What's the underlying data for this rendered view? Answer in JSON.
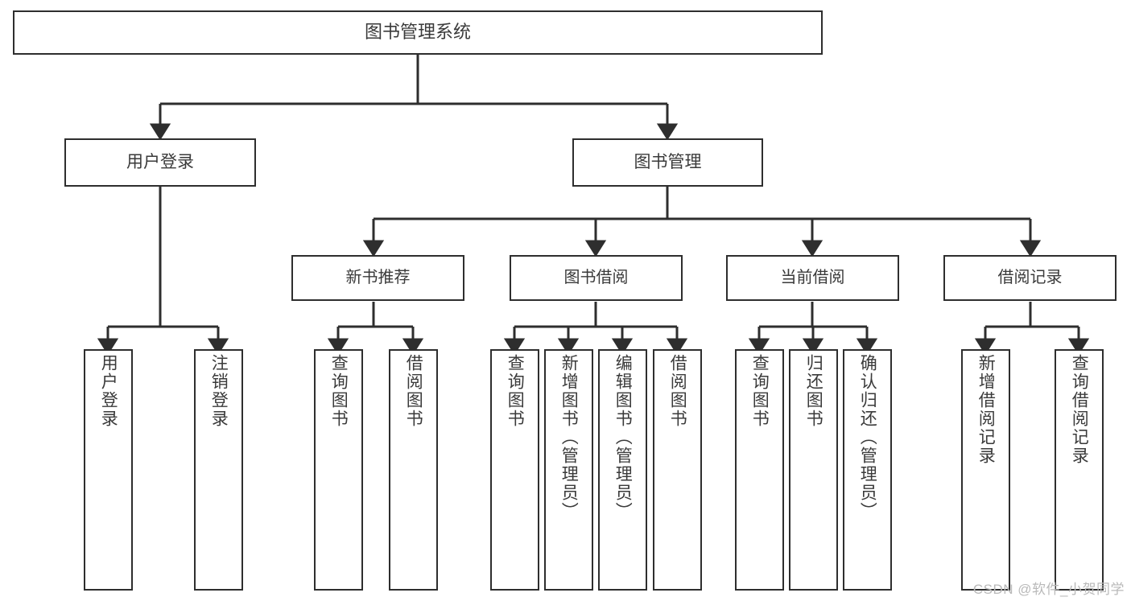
{
  "diagram": {
    "type": "tree-hierarchy-chart",
    "title": "图书管理系统",
    "stroke_color": "#2e2e2e",
    "text_color": "#3a3a3a",
    "background_color": "#ffffff",
    "root": {
      "label": "图书管理系统"
    },
    "level1": [
      {
        "label": "用户登录"
      },
      {
        "label": "图书管理"
      }
    ],
    "level2": [
      {
        "label": "新书推荐"
      },
      {
        "label": "图书借阅"
      },
      {
        "label": "当前借阅"
      },
      {
        "label": "借阅记录"
      }
    ],
    "leaves": {
      "user_login": [
        {
          "label": "用户登录"
        },
        {
          "label": "注销登录"
        }
      ],
      "new_book_recommend": [
        {
          "label": "查询图书"
        },
        {
          "label": "借阅图书"
        }
      ],
      "book_borrow": [
        {
          "label": "查询图书"
        },
        {
          "label": "新增图书（管理员）"
        },
        {
          "label": "编辑图书（管理员）"
        },
        {
          "label": "借阅图书"
        }
      ],
      "current_borrow": [
        {
          "label": "查询图书"
        },
        {
          "label": "归还图书"
        },
        {
          "label": "确认归还（管理员）"
        }
      ],
      "borrow_record": [
        {
          "label": "新增借阅记录"
        },
        {
          "label": "查询借阅记录"
        }
      ]
    }
  },
  "watermark": {
    "text": "CSDN @软件_小贺同学"
  }
}
